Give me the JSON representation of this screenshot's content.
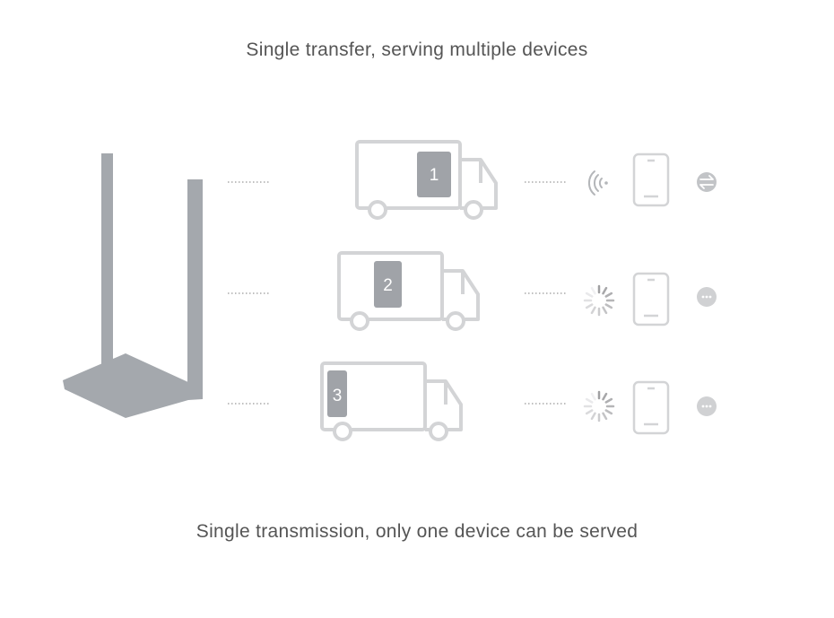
{
  "title": "Single transfer, serving multiple devices",
  "subtitle": "Single transmission, only one device can be served",
  "trucks": [
    {
      "number": "1",
      "device_state": "receiving",
      "status_icon": "transfer-icon"
    },
    {
      "number": "2",
      "device_state": "waiting",
      "status_icon": "more-icon"
    },
    {
      "number": "3",
      "device_state": "waiting",
      "status_icon": "more-icon"
    }
  ],
  "colors": {
    "router": "#a4a8ad",
    "outline": "#d3d4d6",
    "cargo": "#a0a3a8",
    "text": "#555555"
  }
}
